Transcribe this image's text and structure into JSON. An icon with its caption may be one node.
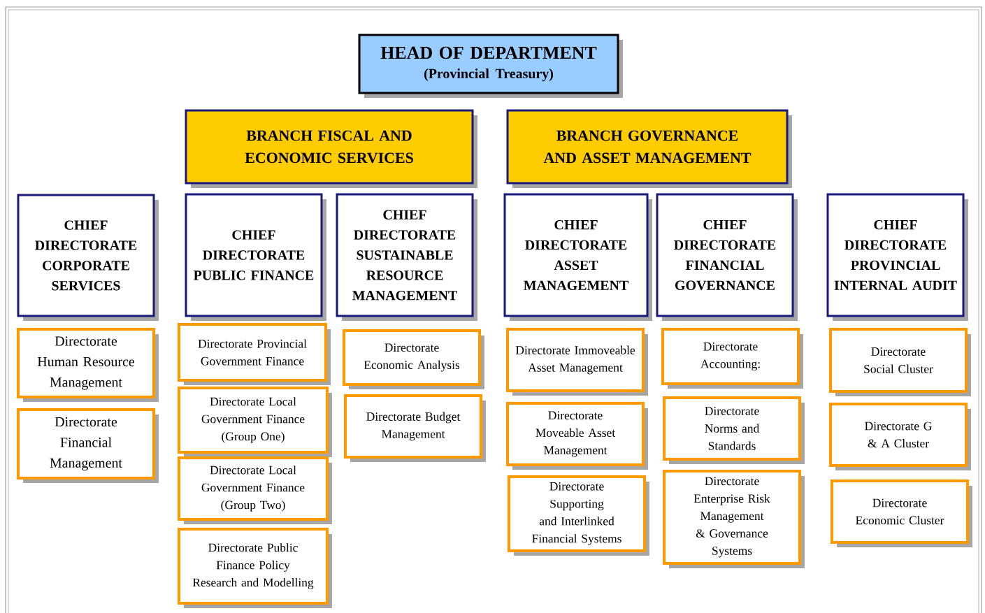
{
  "diagram": {
    "nodes": [
      {
        "text": [
          "HEAD OF DEPARTMENT",
          "(Provincial Treasury)"
        ]
      },
      {
        "text": [
          "BRANCH FISCAL AND ECONOMIC SERVICES"
        ]
      },
      {
        "text": [
          "BRANCH GOVERNANCE AND ASSET MANAGEMENT"
        ]
      },
      {
        "text": [
          "CHIEF DIRECTORATE CORPORATE SERVICES"
        ]
      },
      {
        "text": [
          "CHIEF DIRECTORATE PUBLIC FINANCE"
        ]
      },
      {
        "text": [
          "CHIEF DIRECTORATE SUSTAINABLE RESOURCE MANAGEMENT"
        ]
      },
      {
        "text": [
          "CHIEF DIRECTORATE ASSET MANAGEMENT"
        ]
      },
      {
        "text": [
          "CHIEF DIRECTORATE FINANCIAL GOVERNANCE"
        ]
      },
      {
        "text": [
          "CHIEF DIRECTORATE PROVINCIAL INTERNAL AUDIT"
        ]
      },
      {
        "text": [
          "Directorate Human Resource Management"
        ]
      },
      {
        "text": [
          "Directorate Financial Management"
        ]
      },
      {
        "text": [
          "Directorate Provincial Government Finance"
        ]
      },
      {
        "text": [
          "Directorate Local Government Finance (Group One)"
        ]
      },
      {
        "text": [
          "Directorate Local Government Finance (Group Two)"
        ]
      },
      {
        "text": [
          "Directorate Public Finance Policy Research and Modelling"
        ]
      },
      {
        "text": [
          "Directorate Economic Analysis"
        ]
      },
      {
        "text": [
          "Directorate Budget Management"
        ]
      },
      {
        "text": [
          "Directorate Immoveable Asset Management"
        ]
      },
      {
        "text": [
          "Directorate Moveable Asset Management"
        ]
      },
      {
        "text": [
          "Directorate Supporting and Interlinked Financial Systems"
        ]
      },
      {
        "text": [
          "Directorate Accounting:"
        ]
      },
      {
        "text": [
          "Directorate Norms and Standards"
        ]
      },
      {
        "text": [
          "Directorate Enterprise Risk Management & Governance Systems"
        ]
      },
      {
        "text": [
          "Directorate Social Cluster"
        ]
      },
      {
        "text": [
          "Directorate G & A Cluster"
        ]
      },
      {
        "text": [
          "Directorate Economic Cluster"
        ]
      }
    ]
  }
}
